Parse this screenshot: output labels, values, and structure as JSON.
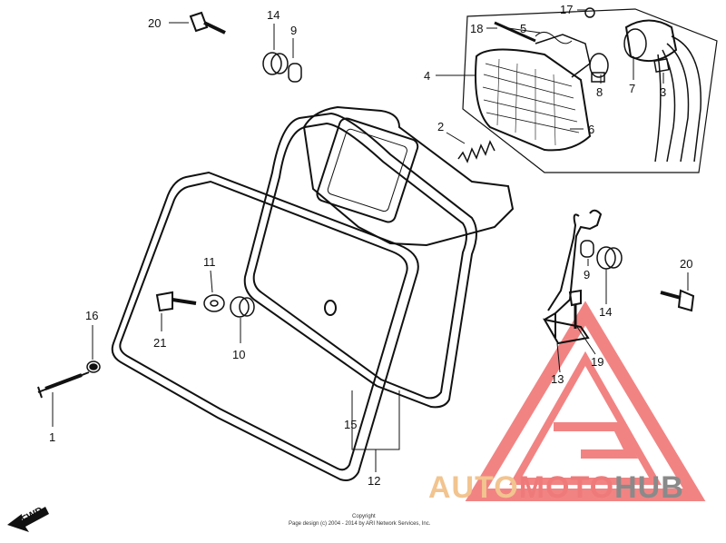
{
  "callouts": {
    "n1": "1",
    "n2": "2",
    "n3": "3",
    "n4": "4",
    "n5": "5",
    "n6": "6",
    "n7": "7",
    "n8": "8",
    "n9a": "9",
    "n9b": "9",
    "n10": "10",
    "n11": "11",
    "n12": "12",
    "n13": "13",
    "n14a": "14",
    "n14b": "14",
    "n15": "15",
    "n16": "16",
    "n17": "17",
    "n18": "18",
    "n19": "19",
    "n20a": "20",
    "n20b": "20",
    "n21": "21"
  },
  "fwd_label": "FWD",
  "copyright": {
    "line1": "Copyright",
    "line2": "Page design (c) 2004 - 2014 by ARI Network Services, Inc."
  },
  "watermark": {
    "part1": "AUTO",
    "part2": "MOTO",
    "part3": "HUB",
    "color1": "#f2c48f",
    "color2": "#ef7a7a",
    "color3": "#8a8a8a"
  },
  "colors": {
    "line": "#111111",
    "triangle": "#ee5a5a"
  }
}
